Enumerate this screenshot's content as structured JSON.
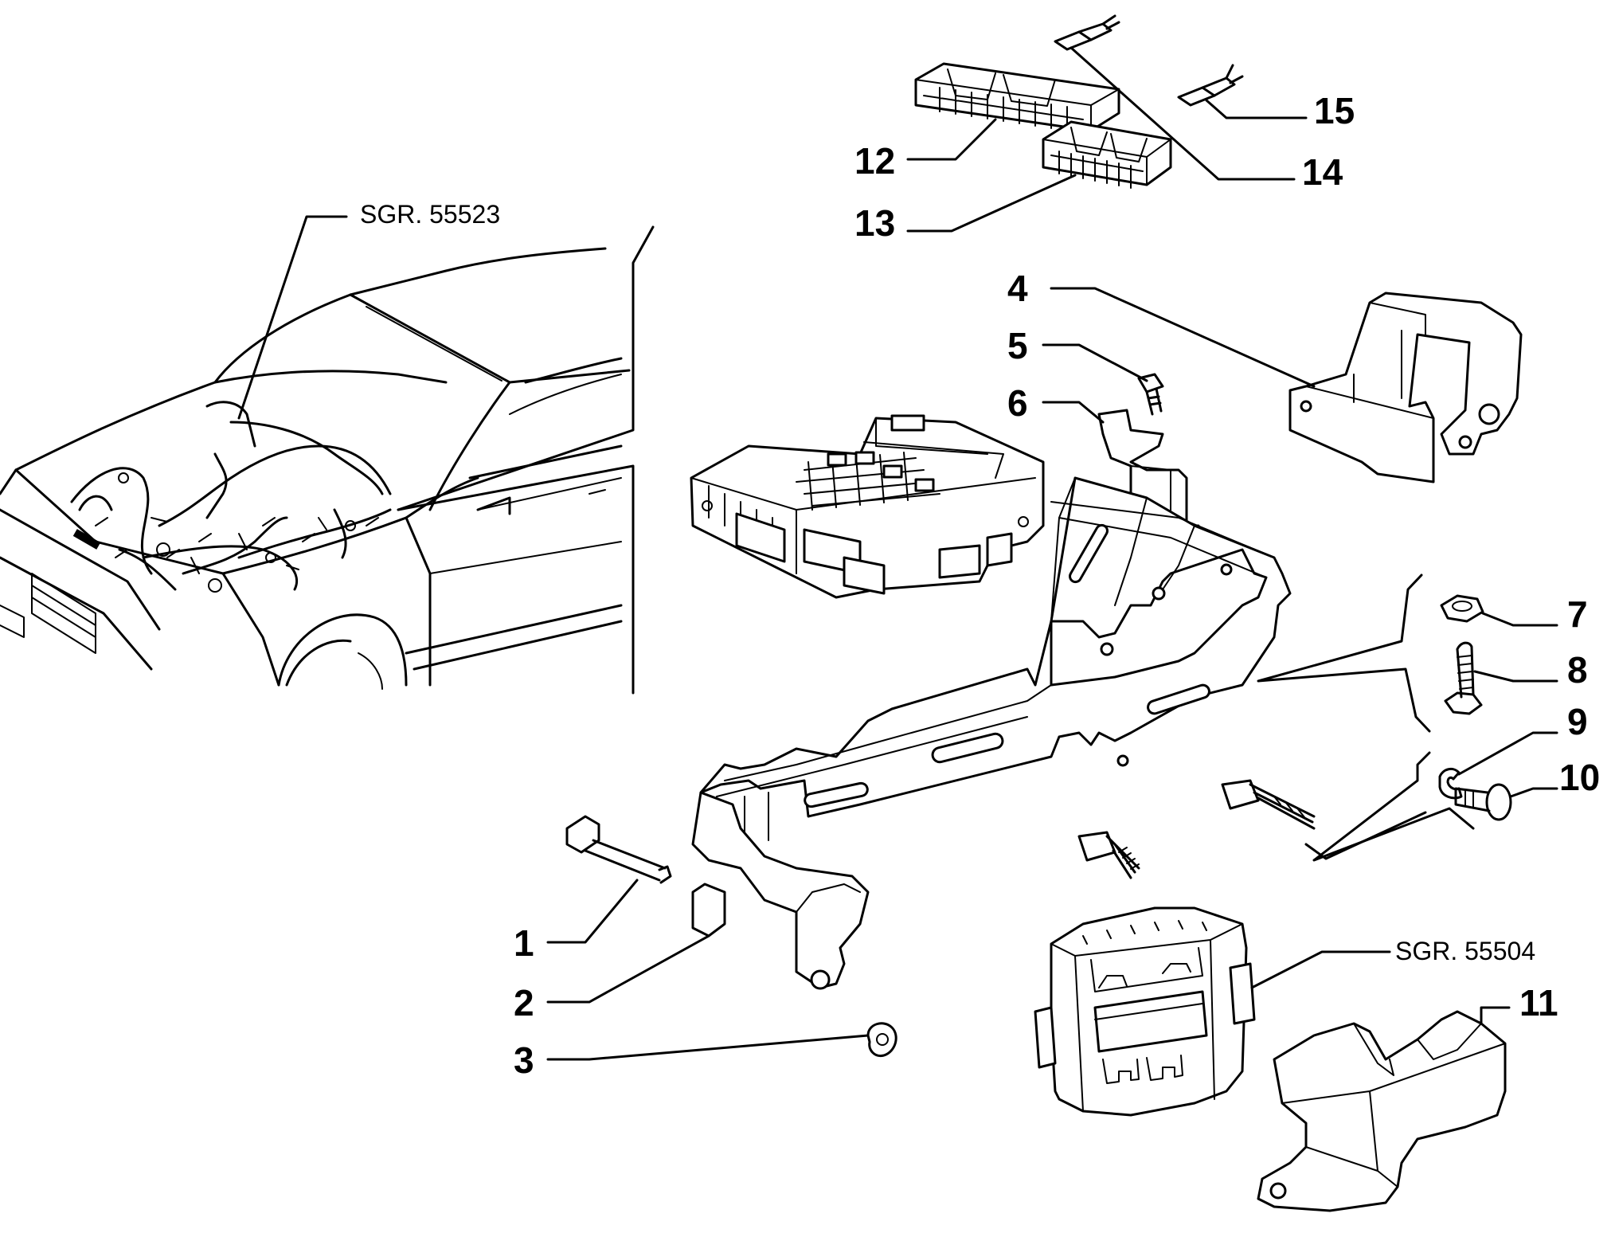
{
  "diagram": {
    "references": {
      "engine_harness": "SGR. 55523",
      "ecu": "SGR. 55504"
    },
    "callouts": [
      {
        "id": "1",
        "text": "1"
      },
      {
        "id": "2",
        "text": "2"
      },
      {
        "id": "3",
        "text": "3"
      },
      {
        "id": "4",
        "text": "4"
      },
      {
        "id": "5",
        "text": "5"
      },
      {
        "id": "6",
        "text": "6"
      },
      {
        "id": "7",
        "text": "7"
      },
      {
        "id": "8",
        "text": "8"
      },
      {
        "id": "9",
        "text": "9"
      },
      {
        "id": "10",
        "text": "10"
      },
      {
        "id": "11",
        "text": "11"
      },
      {
        "id": "12",
        "text": "12"
      },
      {
        "id": "13",
        "text": "13"
      },
      {
        "id": "14",
        "text": "14"
      },
      {
        "id": "15",
        "text": "15"
      }
    ]
  }
}
